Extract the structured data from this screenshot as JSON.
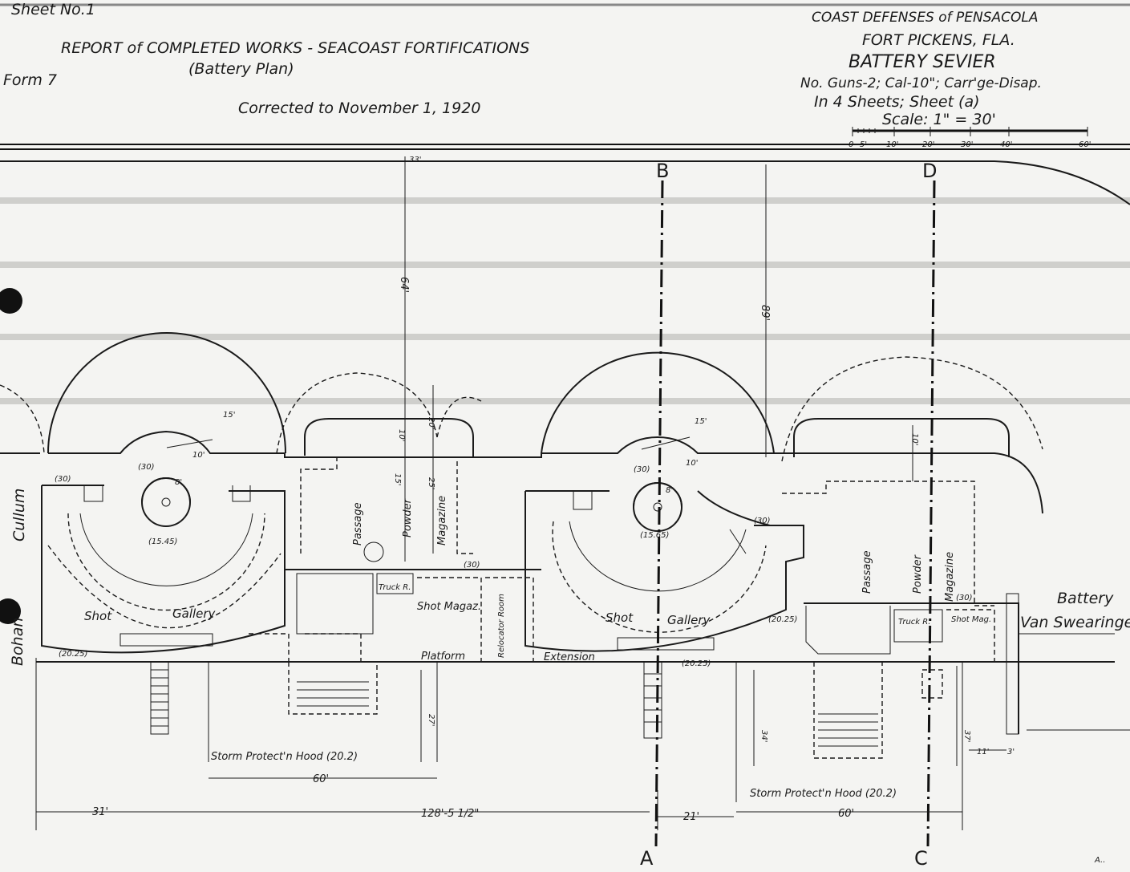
{
  "title_block_left": {
    "sheet": "Sheet No.1",
    "report": "REPORT of COMPLETED WORKS - SEACOAST FORTIFICATIONS",
    "subtitle": "(Battery Plan)",
    "form": "Form 7",
    "corrected": "Corrected to November 1, 1920"
  },
  "title_block_right": {
    "district": "COAST DEFENSES of PENSACOLA",
    "fort": "FORT PICKENS, FLA.",
    "battery": "BATTERY SEVIER",
    "guns": "No. Guns-2; Cal-10\"; Carr'ge-Disap.",
    "sheets": "In 4 Sheets;   Sheet (a)",
    "scale": "Scale: 1\" = 30'",
    "scale_ticks": [
      "0",
      "5'",
      "10'",
      "20'",
      "30'",
      "40'",
      "60'"
    ]
  },
  "axes": {
    "b": "B",
    "a": "A",
    "d": "D",
    "c": "C"
  },
  "labels": {
    "cullum": "Cullum",
    "bohan": "Bohan",
    "battery_van": "Battery",
    "van_swearingen": "Van Swearingen",
    "shot_gallery_1a": "Shot",
    "shot_gallery_1b": "Gallery",
    "shot_gallery_2a": "Shot",
    "shot_gallery_2b": "Gallery",
    "passage_1": "Passage",
    "powder_1": "Powder",
    "magazine_1": "Magazine",
    "passage_2": "Passage",
    "powder_2": "Powder",
    "magazine_2": "Magazine",
    "truck_1": "Truck R.",
    "shot_magaz": "Shot Magaz.",
    "truck_2": "Truck R.",
    "shot_mag": "Shot Mag.",
    "relocator": "Relocator Room",
    "platform": "Platform",
    "extension": "Extension",
    "storm_1": "Storm Protect'n Hood   (20.2)",
    "storm_2": "Storm Protect'n Hood (20.2)",
    "corner": "A.."
  },
  "elevations": {
    "e30_left": "(30)",
    "e30_gun1": "(30)",
    "e1545": "(15.45)",
    "e2025_left": "(20.25)",
    "e30_mid": "(30)",
    "e30_gun2": "(30)",
    "e1565": "(15.65)",
    "e30_right": "(30)",
    "e2025_mid": "(20.25)",
    "e2025_gun2": "(20.25)",
    "e30_far": "(30)"
  },
  "dimensions": {
    "d33": "33'",
    "d64": "64'",
    "d89": "89'",
    "d20": "20'",
    "d10a": "10'",
    "d15a": "15'",
    "d25": "25'",
    "d15g1": "15'",
    "d10g1": "10'",
    "d8g1": "8'",
    "d15g2": "15'",
    "d10g2": "10'",
    "d8g2": "8'",
    "d10b": "10'",
    "d27": "27'",
    "d34": "34'",
    "d37": "37'",
    "d60a": "60'",
    "d60b": "60'",
    "d31": "31'",
    "d128": "128'-5 1/2\"",
    "d21": "21'",
    "d11": "11'",
    "d3": "3'"
  }
}
